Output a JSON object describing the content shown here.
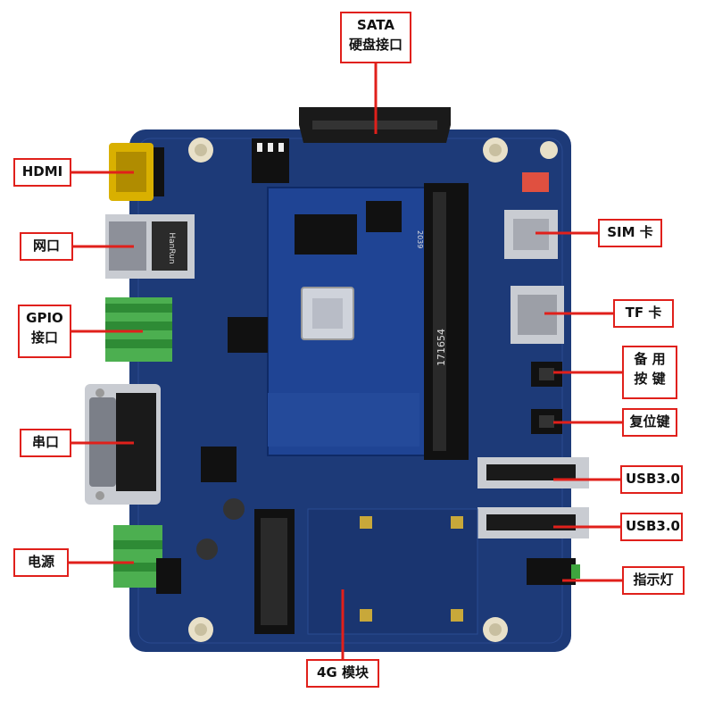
{
  "colors": {
    "accent": "#e0201b",
    "pcb": "#1d3a78",
    "pcb_dark": "#13285a",
    "metal": "#c9ccd2",
    "connector_green": "#4caf50",
    "hdmi_gold": "#d9b000"
  },
  "board_marks": {
    "chip_id": "2039",
    "ram_text": "171654",
    "lan_brand": "HanRun"
  },
  "labels": {
    "sata": {
      "line1": "SATA",
      "line2": "硬盘接口"
    },
    "hdmi": {
      "line1": "HDMI"
    },
    "lan": {
      "line1": "网口"
    },
    "gpio": {
      "line1": "GPIO",
      "line2": "接口"
    },
    "serial": {
      "line1": "串口"
    },
    "power": {
      "line1": "电源"
    },
    "sim": {
      "line1": "SIM 卡"
    },
    "tf": {
      "line1": "TF 卡"
    },
    "spare_btn": {
      "line1": "备 用",
      "line2": "按 键"
    },
    "reset_btn": {
      "line1": "复位键"
    },
    "usb1": {
      "line1": "USB3.0"
    },
    "usb2": {
      "line1": "USB3.0"
    },
    "led": {
      "line1": "指示灯"
    },
    "lte": {
      "line1": "4G 模块"
    }
  }
}
